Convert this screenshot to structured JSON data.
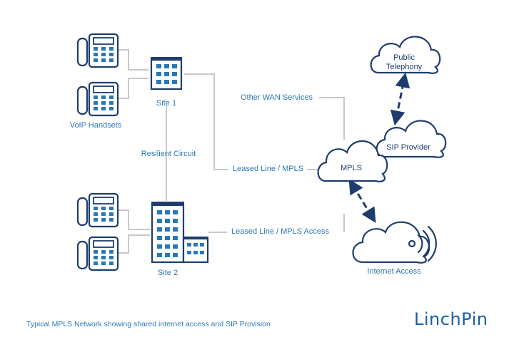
{
  "diagram": {
    "nodes": {
      "handsets": "VoIP Handsets",
      "site1": "Site 1",
      "site2": "Site 2",
      "mpls": "MPLS",
      "sip_provider": "SIP Provider",
      "public_telephony_line1": "Public",
      "public_telephony_line2": "Telephony",
      "internet_access": "Internet Access"
    },
    "edges": {
      "resilient_circuit": "Resilient Circuit",
      "other_wan": "Other WAN Services",
      "leased_line_mpls": "Leased Line / MPLS",
      "leased_line_mpls_access": "Leased Line / MPLS Access"
    },
    "caption": "Typical MPLS Network showing shared internet access and SIP Provision",
    "logo": "LinchPin"
  },
  "colors": {
    "dark_navy": "#1e3d6e",
    "accent_blue": "#2a78b8",
    "connector_gray": "#c8c8c8"
  }
}
